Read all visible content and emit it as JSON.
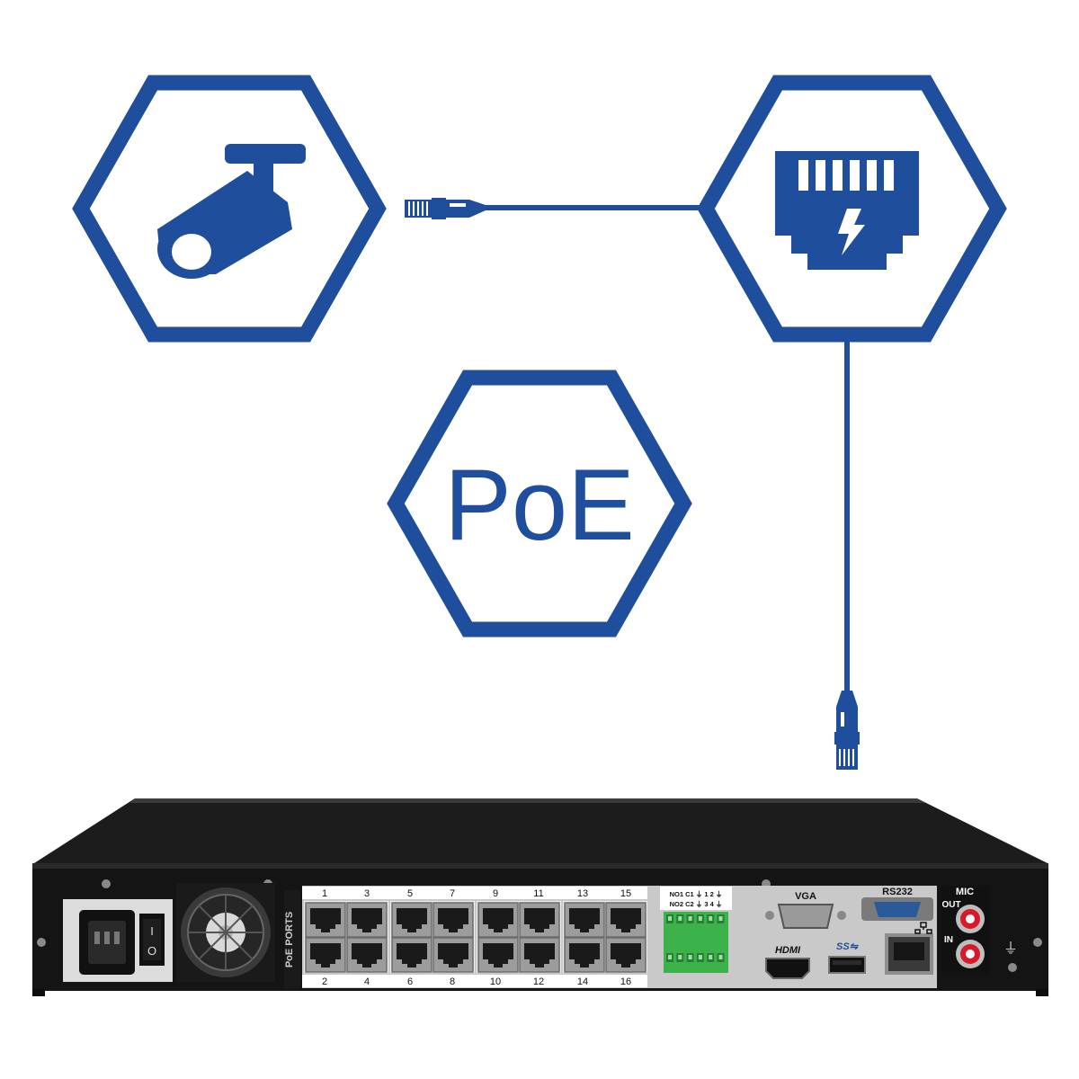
{
  "colors": {
    "brand_blue": "#1f4e9c",
    "nvr_body": "#1d1d1d",
    "panel": "#c9c9c9",
    "terminal_green": "#3bb24a",
    "rca_red": "#d7192a"
  },
  "icons": {
    "camera": "security-camera-icon",
    "poe_port": "ethernet-port-power-icon",
    "poe": "poe-hexagon"
  },
  "poe_label": "PoE",
  "nvr": {
    "poe_ports_label": "PoE PORTS",
    "ports_top": [
      "1",
      "3",
      "5",
      "7",
      "9",
      "11",
      "13",
      "15"
    ],
    "ports_bottom": [
      "2",
      "4",
      "6",
      "8",
      "10",
      "12",
      "14",
      "16"
    ],
    "alarm_row1": "NO1 C1 ⏚ 1 2 ⏚",
    "alarm_row2": "NO2 C2 ⏚ 3 4 ⏚",
    "vga": "VGA",
    "rs232": "RS232",
    "hdmi": "HDMI",
    "usb": "SS⇋",
    "mic": "MIC",
    "out": "OUT",
    "in": "IN",
    "ground": "⏚",
    "switch_on": "I",
    "switch_off": "O"
  }
}
